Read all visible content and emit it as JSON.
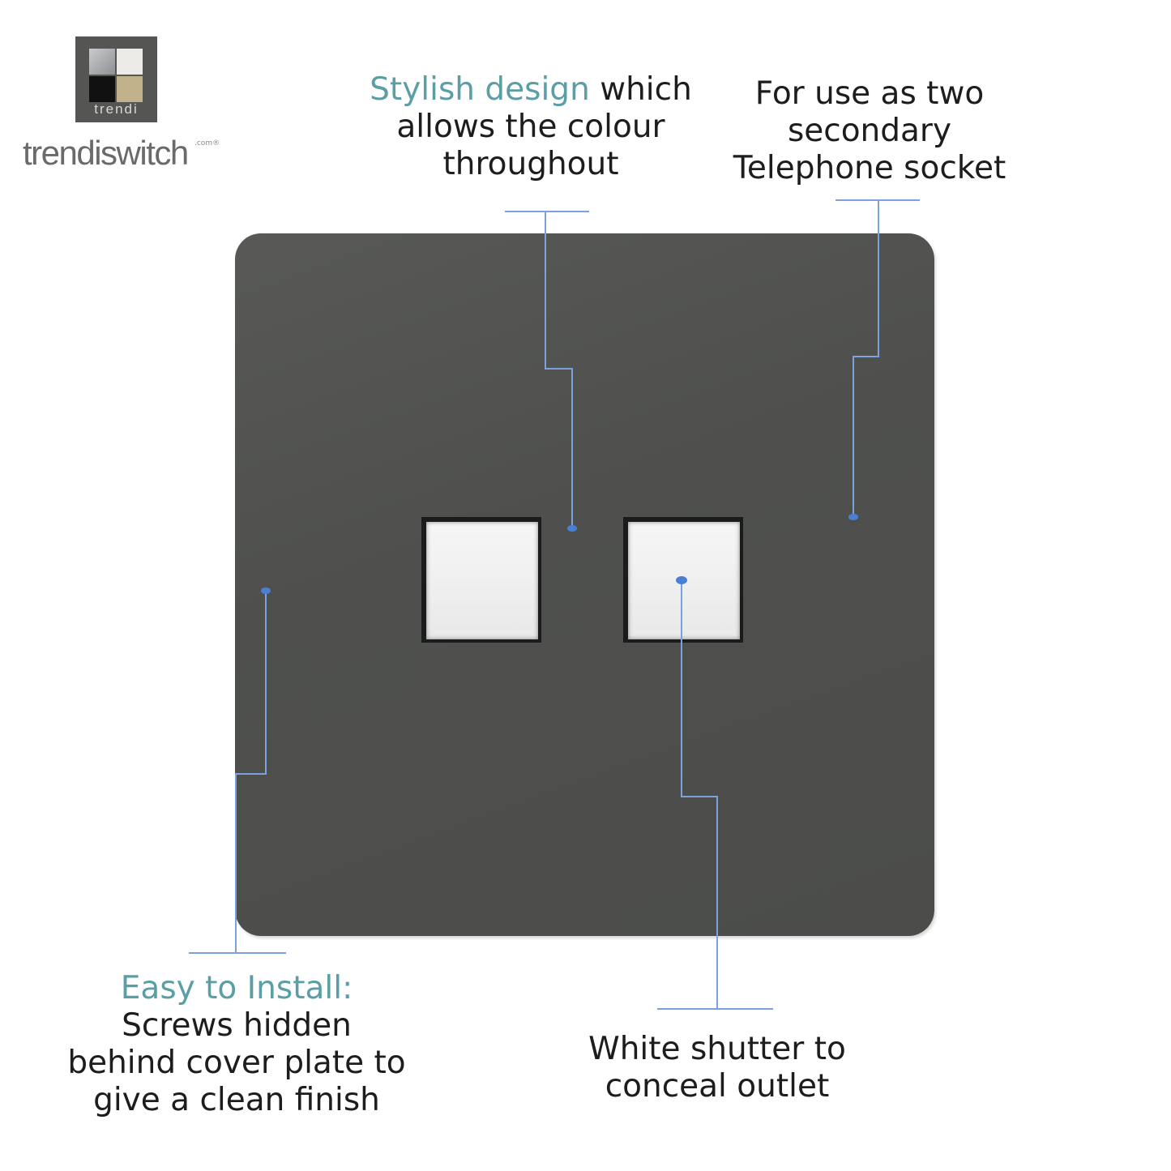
{
  "logo": {
    "mark_text": "trendi",
    "wordmark": "trendiswitch",
    "wordmark_suffix": ".com®"
  },
  "colors": {
    "plate": "#4f504e",
    "callout_line": "#7ba2dc",
    "highlight_text": "#5b9ea6",
    "shutter": "#f2f2f2"
  },
  "callouts": {
    "design": {
      "highlight": "Stylish design",
      "rest_line1": " which",
      "line2": "allows the colour",
      "line3": "throughout"
    },
    "use": {
      "line1": "For use as two",
      "line2": "secondary",
      "line3": "Telephone socket"
    },
    "install": {
      "highlight": "Easy to Install:",
      "line2": "Screws hidden",
      "line3": "behind cover plate to",
      "line4": "give a clean finish"
    },
    "shutter": {
      "line1": "White shutter to",
      "line2": "conceal outlet"
    }
  }
}
